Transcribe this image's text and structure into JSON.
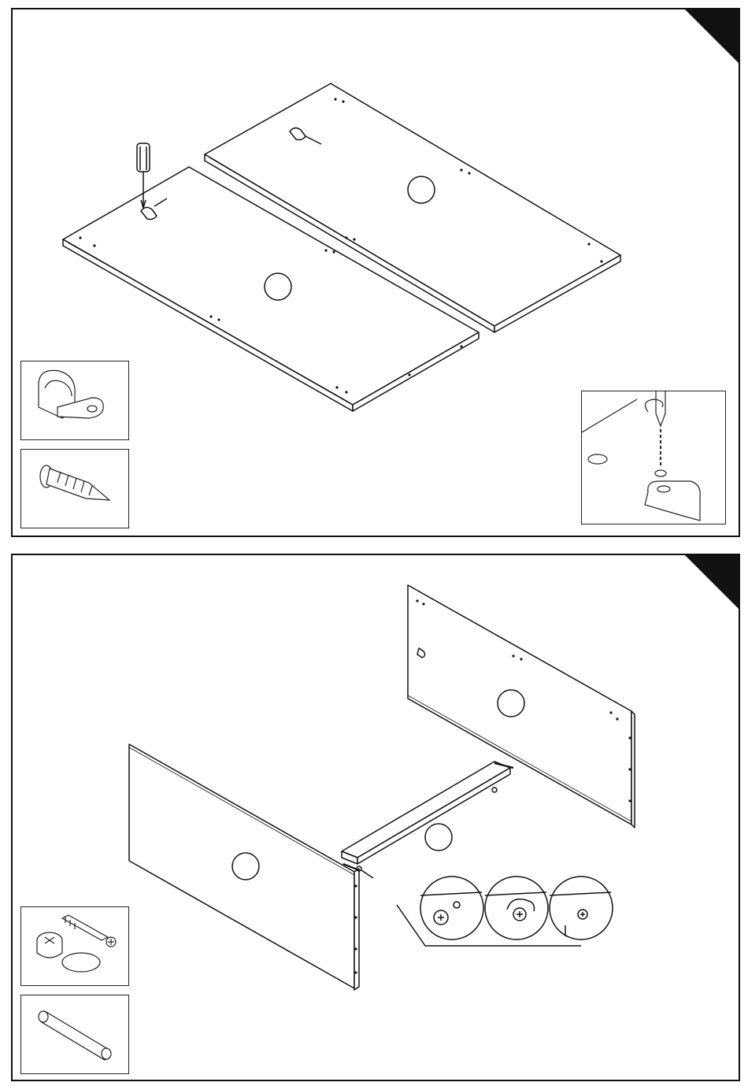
{
  "steps": [
    {
      "id": "step-1",
      "corner_color": "#111111",
      "parts": [
        "part-label-circle-a",
        "part-label-circle-b"
      ],
      "hardware": [
        "pipe-clamp-icon",
        "wood-screw-icon"
      ],
      "detail": "screwdriver-clamp-detail"
    },
    {
      "id": "step-2",
      "corner_color": "#111111",
      "parts": [
        "part-label-circle-c",
        "part-label-circle-d",
        "part-label-circle-e"
      ],
      "hardware": [
        "cam-lock-fitting-icon",
        "wooden-dowel-icon"
      ],
      "detail": "cam-lock-tightening-detail"
    }
  ],
  "colors": {
    "line": "#111111",
    "background": "#ffffff"
  }
}
